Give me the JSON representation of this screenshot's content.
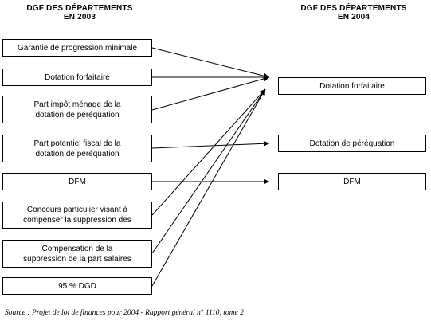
{
  "headings": {
    "left": [
      "DGF DES DÉPARTEMENTS",
      "EN 2003"
    ],
    "right": [
      "DGF DES DÉPARTEMENTS",
      "EN 2004"
    ]
  },
  "left_boxes": [
    {
      "id": "garantie",
      "lines": [
        "Garantie de progression minimale"
      ],
      "target": "dotation-forfaitaire"
    },
    {
      "id": "dotation-forfaitaire-2003",
      "lines": [
        "Dotation forfaitaire"
      ],
      "target": "dotation-forfaitaire"
    },
    {
      "id": "impot-menage",
      "lines": [
        "Part impôt ménage de la",
        "dotation de péréquation"
      ],
      "target": "dotation-forfaitaire"
    },
    {
      "id": "potentiel-fiscal",
      "lines": [
        "Part potentiel fiscal de la",
        "dotation de péréquation"
      ],
      "target": "dotation-perequation"
    },
    {
      "id": "dfm-2003",
      "lines": [
        "DFM"
      ],
      "target": "dfm"
    },
    {
      "id": "concours",
      "lines": [
        "Concours particulier visant à",
        "compenser la suppression des"
      ],
      "target": "dotation-forfaitaire"
    },
    {
      "id": "compensation",
      "lines": [
        "Compensation de la",
        "suppression de la part salaires"
      ],
      "target": "dotation-forfaitaire"
    },
    {
      "id": "dgd",
      "lines": [
        "95 % DGD"
      ],
      "target": "dotation-forfaitaire"
    }
  ],
  "right_boxes": [
    {
      "id": "dotation-forfaitaire",
      "lines": [
        "Dotation forfaitaire"
      ]
    },
    {
      "id": "dotation-perequation",
      "lines": [
        "Dotation de péréquation"
      ]
    },
    {
      "id": "dfm",
      "lines": [
        "DFM"
      ]
    }
  ],
  "source": "Source : Projet de loi de finances pour 2004 - Rapport général n° 1110, tome 2"
}
